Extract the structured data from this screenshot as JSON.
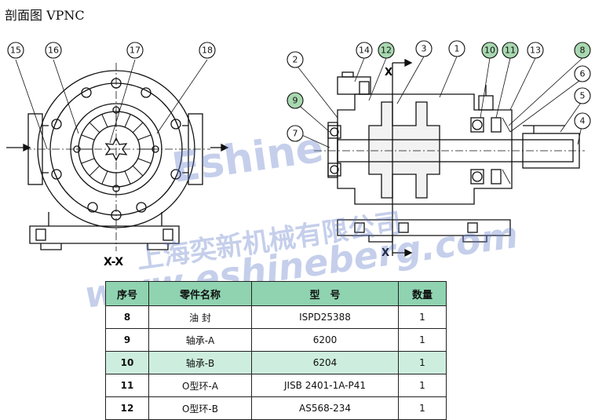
{
  "title": "剖面图 VPNC",
  "section_label": "X-X",
  "axis_label_x": "X",
  "watermark": {
    "brand": "Eshine",
    "company": "上海奕新机械有限公司",
    "url": "www.eshineberg.com"
  },
  "callouts": {
    "left": [
      "15",
      "16",
      "17",
      "18"
    ],
    "right": [
      "14",
      "12",
      "3",
      "1",
      "10",
      "11",
      "13",
      "8",
      "2",
      "9",
      "7",
      "6",
      "5",
      "4"
    ],
    "highlighted": [
      "12",
      "10",
      "11",
      "8",
      "9"
    ]
  },
  "colors": {
    "header_bg": "#8fd3b0",
    "highlight_row": "#cdeede",
    "callout_highlight": "#a8d8b0"
  },
  "table": {
    "headers": [
      "序号",
      "零件名称",
      "型　号",
      "数量"
    ],
    "rows": [
      {
        "no": "8",
        "name": "油 封",
        "model": "ISPD25388",
        "qty": "1"
      },
      {
        "no": "9",
        "name": "轴承-A",
        "model": "6200",
        "qty": "1"
      },
      {
        "no": "10",
        "name": "轴承-B",
        "model": "6204",
        "qty": "1"
      },
      {
        "no": "11",
        "name": "O型环-A",
        "model": "JISB 2401-1A-P41",
        "qty": "1"
      },
      {
        "no": "12",
        "name": "O型环-B",
        "model": "AS568-234",
        "qty": "1"
      }
    ]
  }
}
